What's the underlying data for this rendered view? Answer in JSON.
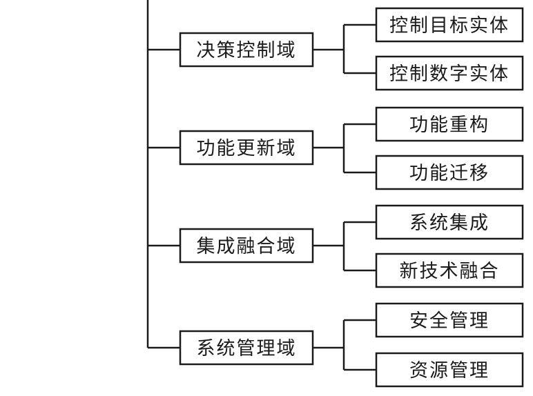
{
  "diagram": {
    "colors": {
      "line": "#1a1a1a",
      "box_fill": "#ffffff",
      "text": "#1a1a1a"
    },
    "domains": [
      {
        "label": "决策控制域",
        "children": [
          {
            "label": "控制目标实体"
          },
          {
            "label": "控制数字实体"
          }
        ]
      },
      {
        "label": "功能更新域",
        "children": [
          {
            "label": "功能重构"
          },
          {
            "label": "功能迁移"
          }
        ]
      },
      {
        "label": "集成融合域",
        "children": [
          {
            "label": "系统集成"
          },
          {
            "label": "新技术融合"
          }
        ]
      },
      {
        "label": "系统管理域",
        "children": [
          {
            "label": "安全管理"
          },
          {
            "label": "资源管理"
          }
        ]
      }
    ]
  }
}
